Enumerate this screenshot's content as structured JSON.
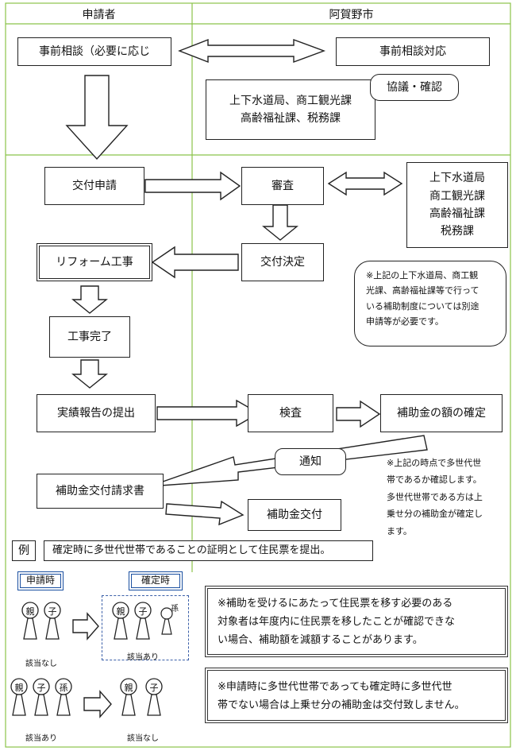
{
  "headers": {
    "applicant": "申請者",
    "city": "阿賀野市"
  },
  "nodes": {
    "pre_consult": "事前相談（必要に応じ",
    "pre_consult_response": "事前相談対応",
    "dept_group_line1": "上下水道局、商工観光課",
    "dept_group_line2": "高齢福祉課、税務課",
    "consult_confirm": "協議・確認",
    "apply": "交付申請",
    "review": "審査",
    "dept_list": [
      "上下水道局",
      "商工観光課",
      "高齢福祉課",
      "税務課"
    ],
    "reform": "リフォーム工事",
    "decision": "交付決定",
    "completion": "工事完了",
    "report": "実績報告の提出",
    "inspection": "検査",
    "amount_fixed": "補助金の額の確定",
    "notify": "通知",
    "claim": "補助金交付請求書",
    "grant": "補助金交付"
  },
  "notes": {
    "other_subsidy": [
      "※上記の上下水道局、商工観",
      "光課、高齢福祉課等で行って",
      "いる補助制度については別途",
      "申請等が必要です。"
    ],
    "multi_gen_check": [
      "※上記の時点で多世代世",
      "帯であるか確認します。",
      "多世代世帯である方は上",
      "乗せ分の補助金が確定し",
      "ます。"
    ]
  },
  "example": {
    "label": "例",
    "text": "確定時に多世代世帯であることの証明として住民票を提出。",
    "at_apply": "申請時",
    "at_fix": "確定時",
    "parent": "親",
    "child": "子",
    "grandchild": "孫",
    "not_applicable": "該当なし",
    "applicable": "該当あり"
  },
  "warnings": {
    "residence_move": [
      "※補助を受けるにあたって住民票を移す必要のある",
      "対象者は年度内に住民票を移したことが確認できな",
      "い場合、補助額を減額することがあります。"
    ],
    "not_multi_gen": [
      "※申請時に多世代世帯であっても確定時に多世代世",
      "帯でない場合は上乗せ分の補助金は交付致しません。"
    ]
  }
}
